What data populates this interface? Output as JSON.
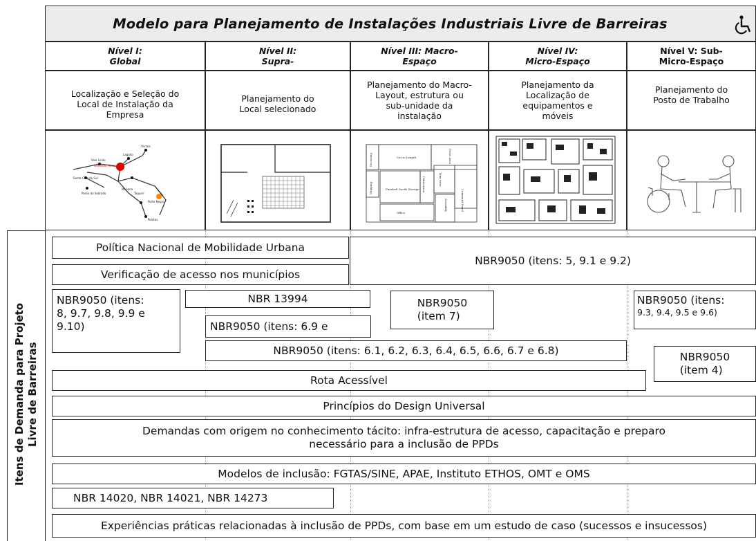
{
  "title": "Modelo para Planejamento de Instalações Industriais Livre de Barreiras",
  "wheelchair_icon": "wheelchair-accessibility-icon",
  "levels": [
    {
      "l1": "Nível I:",
      "l2": "Global"
    },
    {
      "l1": "Nível II:",
      "l2": "Supra-"
    },
    {
      "l1": "Nível III: Macro-",
      "l2": "Espaço"
    },
    {
      "l1": "Nível IV:",
      "l2": "Micro-Espaço"
    },
    {
      "l1": "Nível V: Sub-",
      "l2": "Micro-Espaço"
    }
  ],
  "descriptions": [
    [
      "Localização e Seleção do",
      "Local de Instalação da",
      "Empresa"
    ],
    [
      "Planejamento do",
      "Local selecionado"
    ],
    [
      "Planejamento do Macro-",
      "Layout, estrutura ou",
      "sub-unidade da",
      "instalação"
    ],
    [
      "Planejamento da",
      "Localização de",
      "equipamentos e",
      "móveis"
    ],
    [
      "Planejamento do",
      "Posto de Trabalho"
    ]
  ],
  "map_labels": {
    "lagado": "Lagado",
    "varzea": "Varzea",
    "vale": "Vale Lindo",
    "vendedor": "Vendedor Alves",
    "santa": "Santa Cruz do Sul",
    "mariana": "Mariana",
    "taquari": "Taquari",
    "passo": "Passo do Sobrado",
    "porto": "Porto Negro",
    "pelotas": "Pelotas"
  },
  "plan_labels": {
    "receiving": "Receiving",
    "cut": "Cut to Length",
    "press": "Press Area",
    "shipping": "Shipping",
    "finished": "Finished Goods Storage",
    "fabrication": "Fabrication",
    "trim": "Trim Area",
    "command": "Command Panel",
    "office": "Office",
    "assembly": "Assembly"
  },
  "side_label": [
    "Itens de Demanda para Projeto",
    "Livre de Barreiras"
  ],
  "items": {
    "politica": "Política Nacional de Mobilidade Urbana",
    "verificacao": "Verificação de acesso nos municípios",
    "nbr9050_591": "NBR9050 (itens: 5, 9.1 e 9.2)",
    "nbr9050_8": [
      "NBR9050 (itens:",
      "8, 9.7, 9.8, 9.9 e",
      "9.10)"
    ],
    "nbr13994": "NBR 13994",
    "nbr9050_item7": [
      "NBR9050",
      "(item 7)"
    ],
    "nbr9050_93_l1": "NBR9050 (itens:",
    "nbr9050_93_l2": "9.3, 9.4, 9.5 e 9.6)",
    "nbr9050_69": "NBR9050 (itens: 6.9 e",
    "nbr9050_61": "NBR9050 (itens: 6.1, 6.2, 6.3, 6.4, 6.5, 6.6, 6.7 e 6.8)",
    "nbr9050_item4": [
      "NBR9050",
      "(item 4)"
    ],
    "rota": "Rota Acessível",
    "principios": "Princípios do Design Universal",
    "demandas": [
      "Demandas com origem no conhecimento tácito: infra-estrutura de acesso, capacitação e preparo",
      "necessário para a inclusão de PPDs"
    ],
    "modelos": "Modelos de inclusão: FGTAS/SINE, APAE, Instituto ETHOS, OMT e OMS",
    "nbr14020": "NBR 14020, NBR 14021, NBR 14273",
    "experiencias": "Experiências práticas relacionadas à inclusão de PPDs, com base em um estudo de caso (sucessos e insucessos)"
  }
}
